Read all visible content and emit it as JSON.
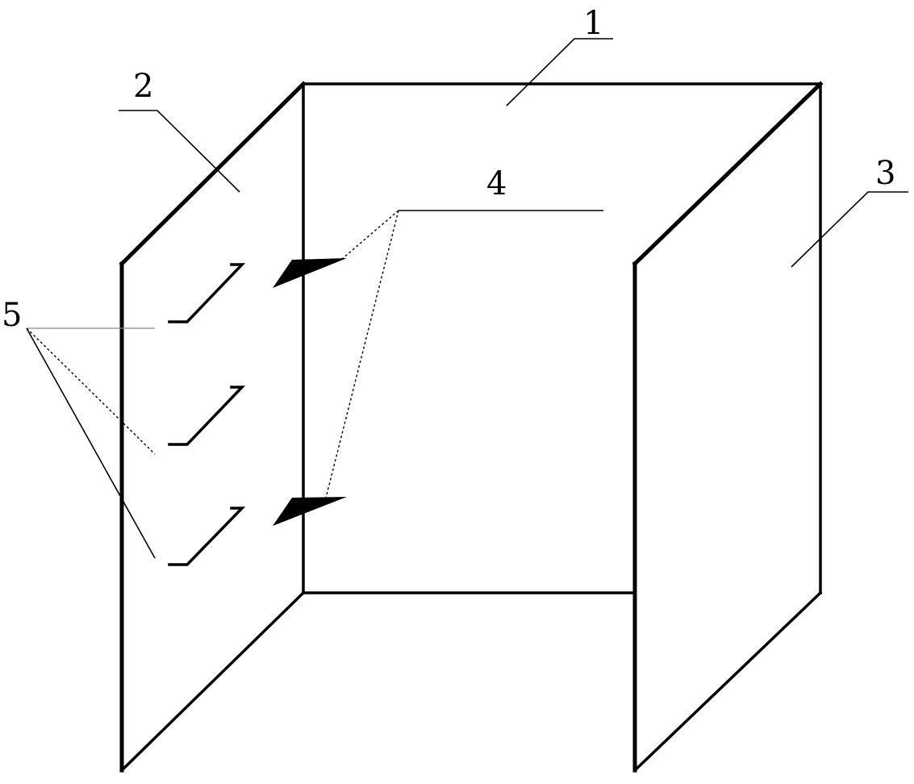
{
  "labels": {
    "one": "1",
    "two": "2",
    "three": "3",
    "four": "4",
    "five": "5"
  }
}
